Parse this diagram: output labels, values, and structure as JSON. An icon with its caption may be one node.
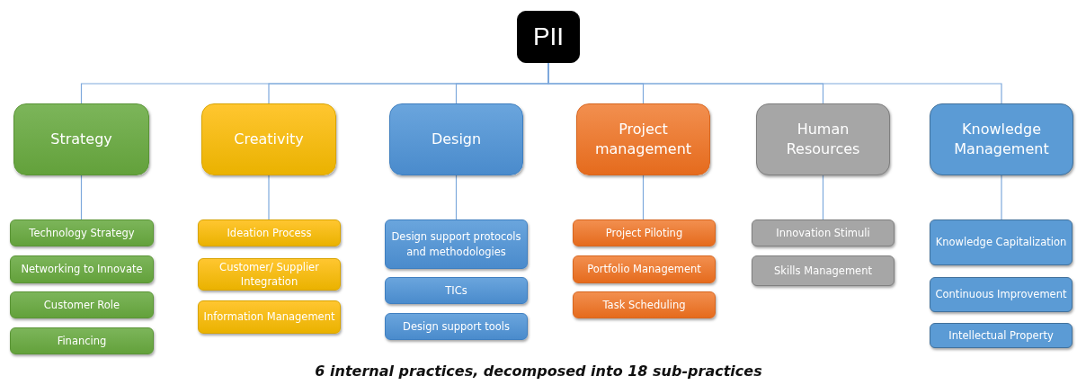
{
  "diagram": {
    "caption": "6 internal practices, decomposed into 18 sub-practices",
    "nodes": [
      {
        "text": [
          "PII"
        ]
      },
      {
        "text": [
          "Strategy"
        ]
      },
      {
        "text": [
          "Creativity"
        ]
      },
      {
        "text": [
          "Design"
        ]
      },
      {
        "text": [
          "Project management"
        ]
      },
      {
        "text": [
          "Human Resources"
        ]
      },
      {
        "text": [
          "Knowledge Management"
        ]
      },
      {
        "text": [
          "Technology Strategy"
        ]
      },
      {
        "text": [
          "Networking to Innovate"
        ]
      },
      {
        "text": [
          "Customer Role"
        ]
      },
      {
        "text": [
          "Financing"
        ]
      },
      {
        "text": [
          "Ideation Process"
        ]
      },
      {
        "text": [
          "Customer/ Supplier Integration"
        ]
      },
      {
        "text": [
          "Information Management"
        ]
      },
      {
        "text": [
          "Design support protocols and methodologies"
        ]
      },
      {
        "text": [
          "TICs"
        ]
      },
      {
        "text": [
          "Design support tools"
        ]
      },
      {
        "text": [
          "Project Piloting"
        ]
      },
      {
        "text": [
          "Portfolio Management"
        ]
      },
      {
        "text": [
          "Task Scheduling"
        ]
      },
      {
        "text": [
          "Innovation Stimuli"
        ]
      },
      {
        "text": [
          "Skills Management"
        ]
      },
      {
        "text": [
          "Knowledge Capitalization"
        ]
      },
      {
        "text": [
          "Continuous Improvement"
        ]
      },
      {
        "text": [
          "Intellectual Property"
        ]
      }
    ],
    "edges": [
      {
        "from": 0,
        "to": 1,
        "arrow": "none"
      },
      {
        "from": 0,
        "to": 2,
        "arrow": "none"
      },
      {
        "from": 0,
        "to": 3,
        "arrow": "none"
      },
      {
        "from": 0,
        "to": 4,
        "arrow": "none"
      },
      {
        "from": 0,
        "to": 5,
        "arrow": "none"
      },
      {
        "from": 0,
        "to": 6,
        "arrow": "none"
      },
      {
        "from": 1,
        "to": 7,
        "arrow": "none"
      },
      {
        "from": 2,
        "to": 11,
        "arrow": "none"
      },
      {
        "from": 3,
        "to": 14,
        "arrow": "none"
      },
      {
        "from": 4,
        "to": 17,
        "arrow": "none"
      },
      {
        "from": 5,
        "to": 20,
        "arrow": "none"
      },
      {
        "from": 6,
        "to": 22,
        "arrow": "none"
      }
    ]
  }
}
